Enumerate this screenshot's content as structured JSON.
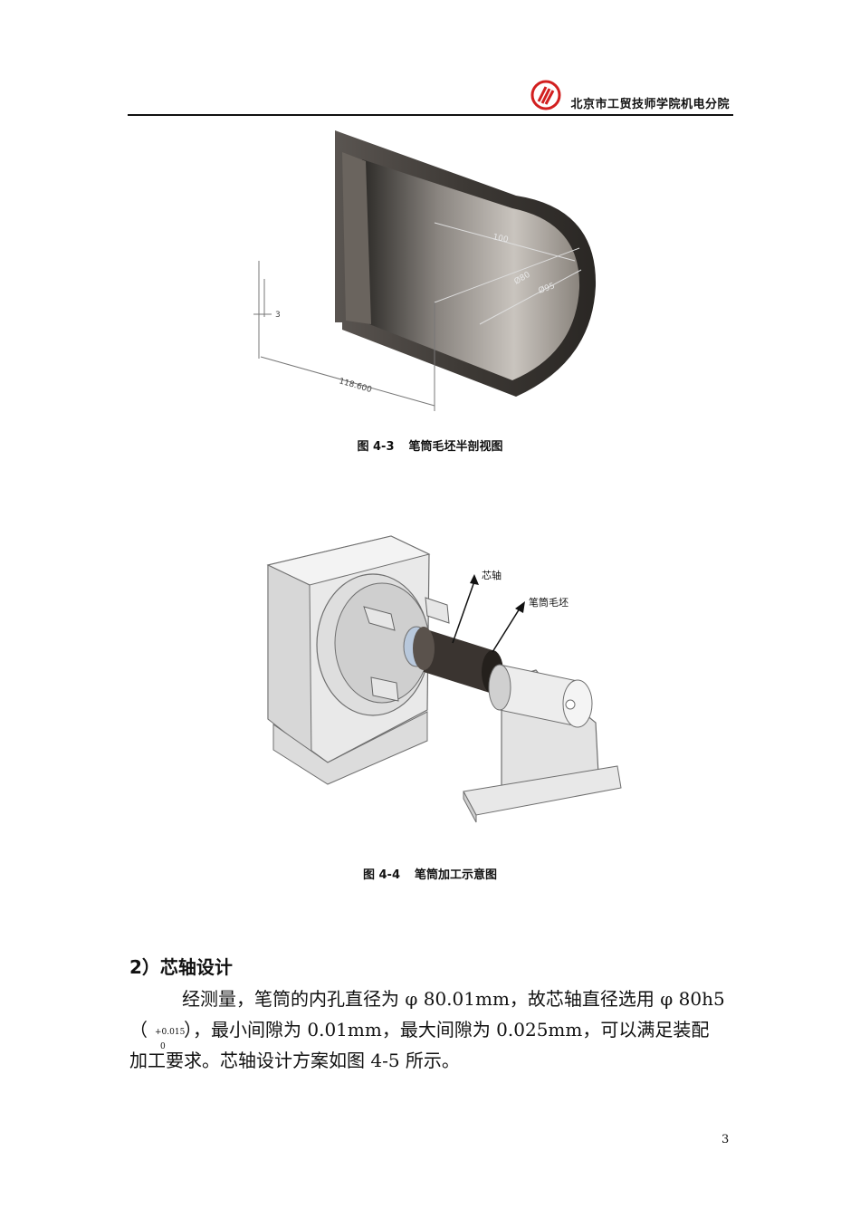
{
  "header": {
    "institution": "北京市工贸技师学院机电分院",
    "logo": "school-logo-icon"
  },
  "figure1": {
    "caption_number": "图 4-3",
    "caption_text": "笔筒毛坯半剖视图",
    "dims": {
      "length": "100",
      "inner_dia": "Ø80",
      "outer_dia": "Ø95",
      "wall": "3",
      "total": "118.600"
    }
  },
  "figure2": {
    "caption_number": "图 4-4",
    "caption_text": "笔筒加工示意图",
    "labels": {
      "mandrel": "芯轴",
      "blank": "笔筒毛坯"
    }
  },
  "section": {
    "title": "2）芯轴设计",
    "line1": "经测量，笔筒的内孔直径为 φ 80.01mm，故芯轴直径选用 φ 80h5",
    "tol_upper": "+0.015",
    "tol_lower": "0",
    "line2_rest": "），最小间隙为 0.01mm，最大间隙为 0.025mm，可以满足装配",
    "line3": "加工要求。芯轴设计方案如图 4-5 所示。"
  },
  "page_number": "3"
}
